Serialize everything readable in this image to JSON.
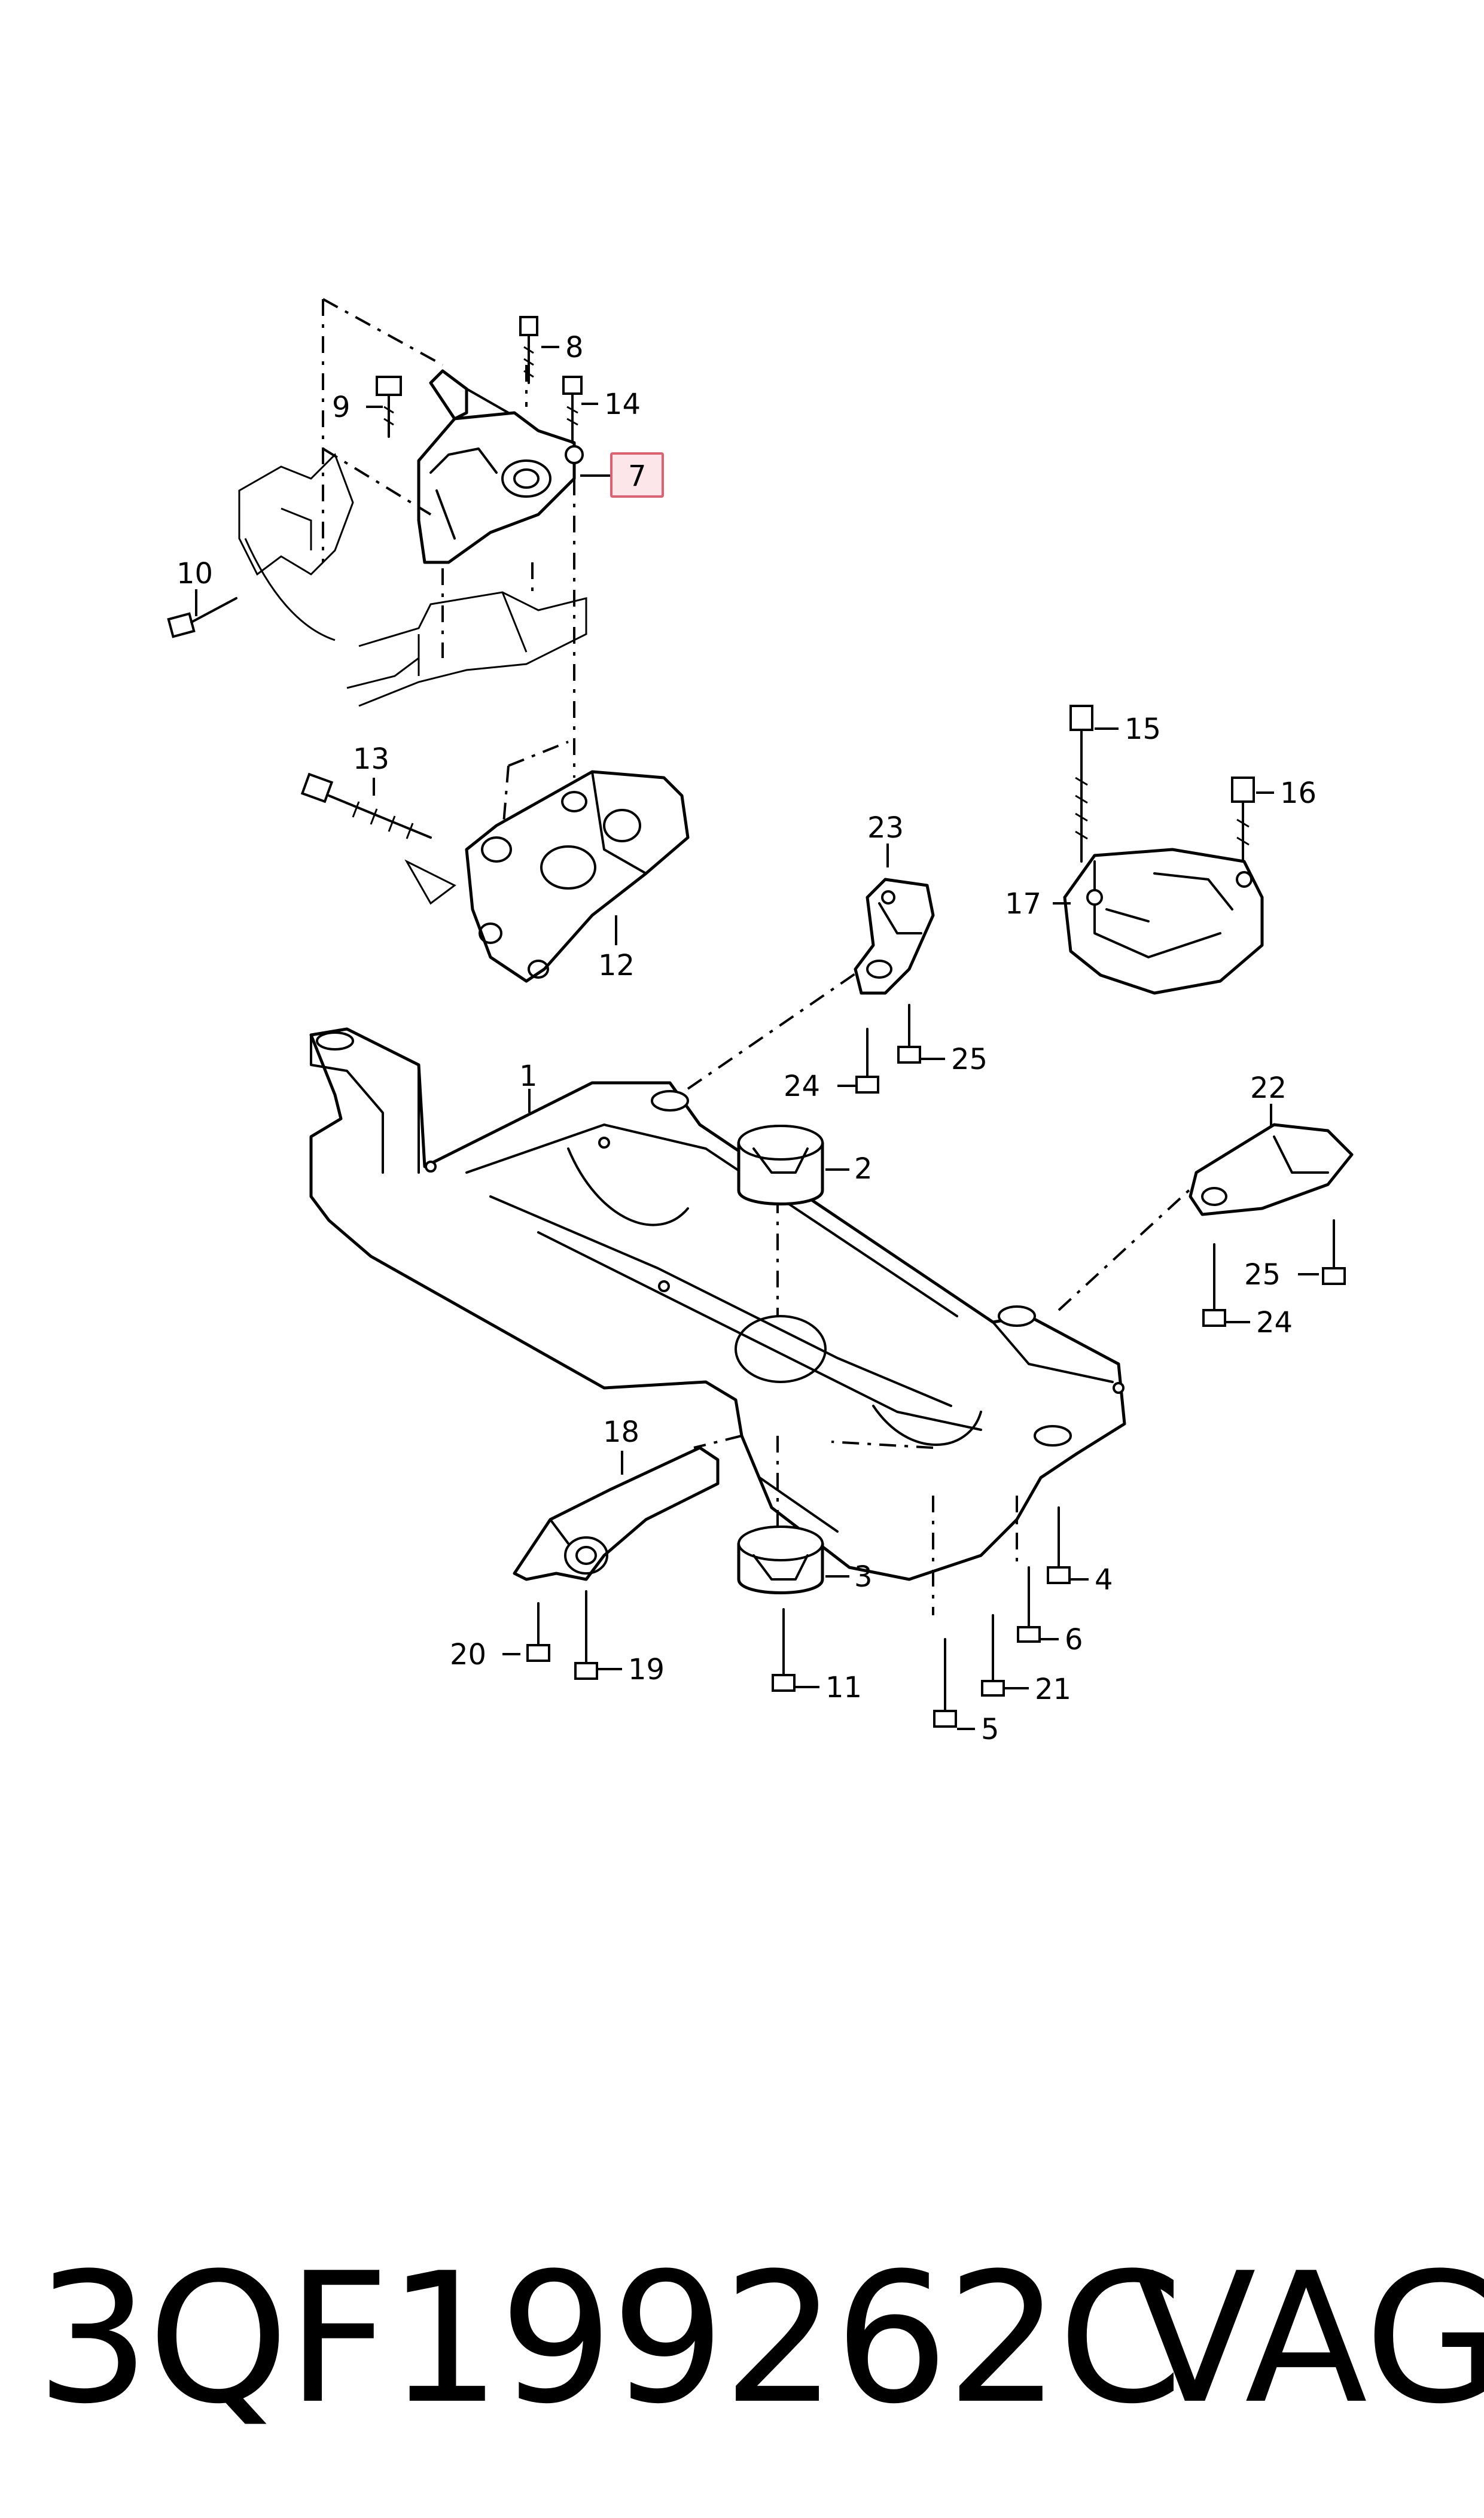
{
  "diagram": {
    "callouts": [
      {
        "label": "1"
      },
      {
        "label": "2"
      },
      {
        "label": "3"
      },
      {
        "label": "4"
      },
      {
        "label": "5"
      },
      {
        "label": "6"
      },
      {
        "label": "7"
      },
      {
        "label": "8"
      },
      {
        "label": "9"
      },
      {
        "label": "10"
      },
      {
        "label": "11"
      },
      {
        "label": "12"
      },
      {
        "label": "13"
      },
      {
        "label": "14"
      },
      {
        "label": "15"
      },
      {
        "label": "16"
      },
      {
        "label": "17"
      },
      {
        "label": "18"
      },
      {
        "label": "19"
      },
      {
        "label": "20"
      },
      {
        "label": "21"
      },
      {
        "label": "22"
      },
      {
        "label": "23"
      },
      {
        "label": "24"
      },
      {
        "label": "25"
      },
      {
        "label": "24"
      },
      {
        "label": "25"
      }
    ],
    "highlighted_callout": "7",
    "highlight_colors": {
      "border": "#e06070",
      "fill": "#fde6ea"
    }
  },
  "footer": {
    "part_number": "3QF199262C",
    "brand": "VAG"
  }
}
